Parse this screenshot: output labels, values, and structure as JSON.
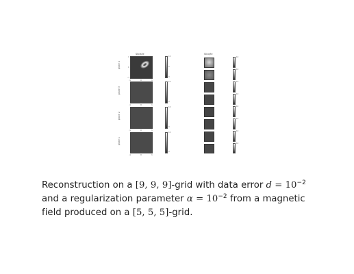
{
  "figure": {
    "left_title": "Slice/le",
    "right_title": "Slice/le",
    "row_labels": [
      "plane 4",
      "plane 3",
      "plane 2",
      "plane 1"
    ],
    "x_ticks": [
      "-1",
      "0",
      "1"
    ],
    "y_ticks": [
      "1",
      "0",
      "-1"
    ],
    "cbar_ticks": [
      "10",
      "5",
      "0"
    ],
    "colors": {
      "dark_field": "#3a3a3a",
      "mid_field": "#4a4a4a",
      "blob": "#f2f2f2"
    }
  },
  "caption": {
    "part1": "Reconstruction on a ",
    "grid1": "[9, 9, 9]",
    "part2": "-grid with data error ",
    "d_var": "d",
    "eq1": " = 10",
    "exp1": "−2",
    "part3": " and a regularization parameter ",
    "alpha_var": "α",
    "eq2": " = 10",
    "exp2": "−2",
    "part4": " from a magnetic field produced on a ",
    "grid2": "[5, 5, 5]",
    "part5": "-grid."
  }
}
